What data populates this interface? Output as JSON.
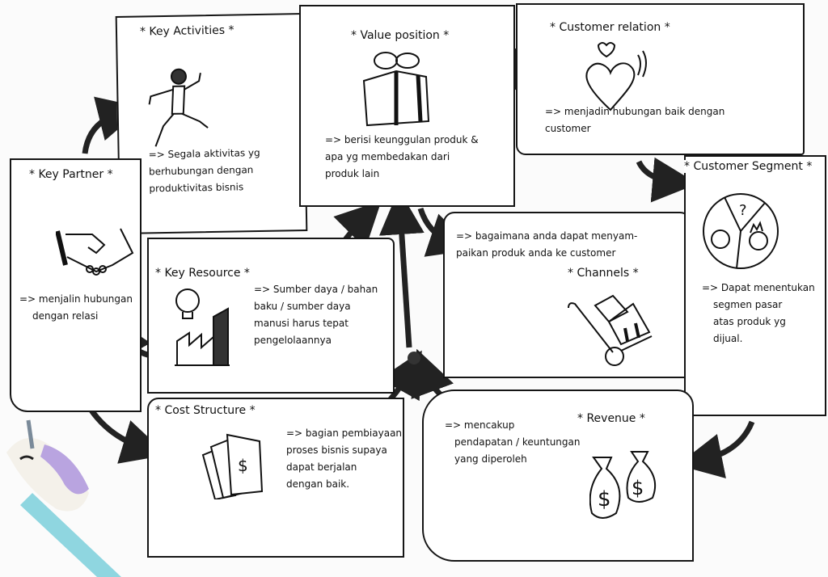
{
  "canvas": {
    "key_activities": {
      "title": "* Key Activities *",
      "lines": [
        "=> Segala aktivitas yg",
        "berhubungan dengan",
        "produktivitas bisnis"
      ]
    },
    "value_position": {
      "title": "* Value position *",
      "lines": [
        "=> berisi keunggulan produk &",
        "apa yg membedakan dari",
        "produk lain"
      ]
    },
    "customer_relation": {
      "title": "* Customer relation *",
      "lines": [
        "=> menjadin hubungan baik dengan",
        "customer"
      ]
    },
    "key_partner": {
      "title": "* Key Partner *",
      "lines": [
        "=> menjalin hubungan",
        "dengan relasi"
      ]
    },
    "key_resource": {
      "title": "* Key Resource *",
      "lines": [
        "=> Sumber daya / bahan",
        "baku / sumber daya",
        "manusi harus tepat",
        "pengelolaannya"
      ]
    },
    "channels": {
      "title": "* Channels *",
      "lines": [
        "=> bagaimana anda dapat menyam-",
        "paikan produk anda ke customer"
      ]
    },
    "customer_segment": {
      "title": "* Customer Segment *",
      "lines": [
        "=> Dapat menentukan",
        "segmen pasar",
        "atas produk yg",
        "dijual."
      ]
    },
    "cost_structure": {
      "title": "* Cost Structure *",
      "lines": [
        "=> bagian pembiayaan",
        "proses bisnis supaya",
        "dapat berjalan",
        "dengan baik."
      ]
    },
    "revenue": {
      "title": "* Revenue *",
      "lines": [
        "=> mencakup",
        "pendapatan / keuntungan",
        "yang diperoleh"
      ]
    }
  },
  "colors": {
    "ink": "#151515",
    "paper": "#fbfbfb",
    "unicorn_mane": "#b9a4e0",
    "pen_body": "#8fd6e0"
  }
}
